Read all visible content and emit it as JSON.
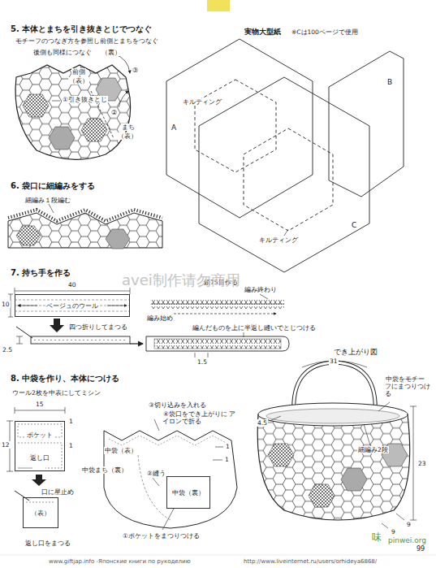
{
  "diagram": {
    "nodes": [
      {
        "text": [
          "ベージュのウール"
        ]
      },
      {
        "text": [
          "ポケット",
          "返し口"
        ]
      },
      {
        "text": [
          "（表）"
        ]
      },
      {
        "text": [
          "中袋（裏）"
        ]
      }
    ],
    "labels": [
      "5. 本体とまちを引き抜きとじでつなぐ",
      "モチーフのつなぎ方を参照し前側とまちをつなぐ",
      "後側も同様につなぐ",
      "（裏）",
      "前側",
      "（表）",
      "①引き抜きとじ",
      "②",
      "③",
      "まち",
      "（表）",
      "6. 袋口に細編みをする",
      "細編み１段編む",
      "7. 持ち手を作る",
      "40",
      "10",
      "四つ折りしてまつる",
      "2.5",
      "鎖75目作る",
      "編み終わり",
      "編み始め",
      "編んだものを上に半返し縫いでとじつける",
      "1.5",
      "8. 中袋を作り、本体につける",
      "ウール2枚を中表にしてミシン",
      "15",
      "1",
      "1",
      "12",
      "口に星止め",
      "返し口をまつる",
      "③切り込みを入れる",
      "④袋口をでき上がりに アイロンで折る",
      "中袋（表）",
      "中袋まち（裏）",
      "②縫う",
      "1",
      "1",
      "①ポケットをまつりつける",
      "実物大型紙",
      "※Cは100ページで使用",
      "キルティング",
      "A",
      "B",
      "C",
      "キルティング",
      "でき上がり図",
      "31",
      "中袋をモチーフにまつりつける",
      "4.5",
      "細編み2段",
      "23",
      "9",
      "9",
      "avei制作请勿商用",
      "99",
      "www.giftjap.info -Японские книги по рукоделию",
      "http://www.liveinternet.ru/users/orhideya6868/",
      "pinwei.org",
      "味"
    ]
  }
}
